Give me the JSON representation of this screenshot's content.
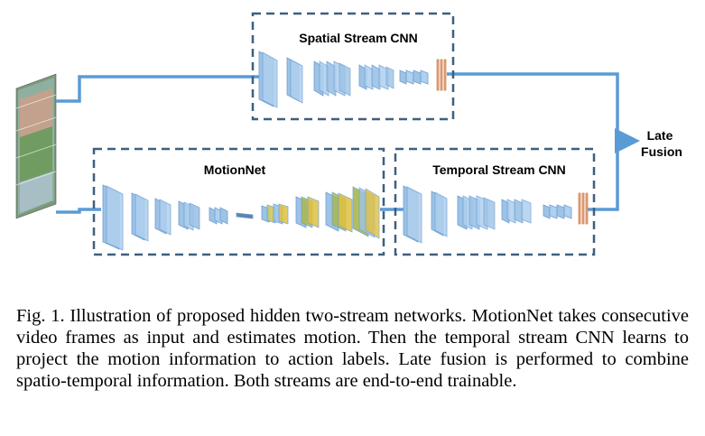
{
  "diagram": {
    "spatial_box_label": "Spatial Stream CNN",
    "motionnet_box_label": "MotionNet",
    "temporal_box_label": "Temporal Stream CNN",
    "fusion_label_line1": "Late",
    "fusion_label_line2": "Fusion",
    "colors": {
      "arrow": "#5b9bd5",
      "dashed_box": "#3f5f7f",
      "layer_fill": "#9dc3e6",
      "layer_stroke": "#6f9fd0",
      "motion_yellow": "#e0c040",
      "motion_olive": "#a9b84e",
      "fc_orange": "#e6a07a"
    }
  },
  "caption": "Fig. 1. Illustration of proposed hidden two-stream networks. MotionNet takes consecutive video frames as input and estimates motion. Then the temporal stream CNN learns to project the motion information to action labels. Late fusion is performed to combine spatio-temporal information. Both streams are end-to-end trainable."
}
